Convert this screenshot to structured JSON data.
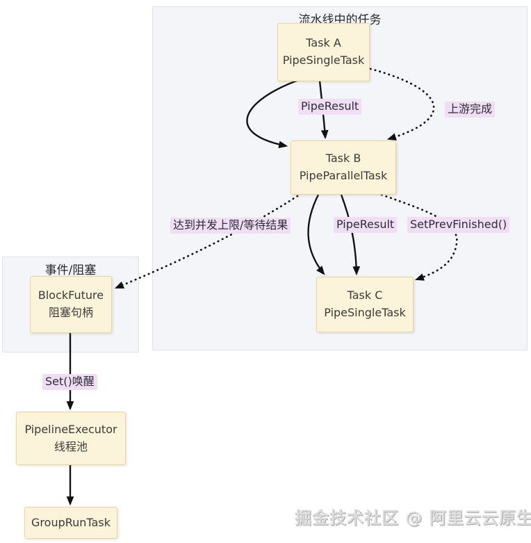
{
  "colors": {
    "group_fill": "#f3f5f9",
    "group_border": "#dce1ec",
    "node_fill": "#fcf3db",
    "node_border": "#eed3a0",
    "node_text": "#3c3a36",
    "label_bg": "#f0def5",
    "label_text": "#2e2c38",
    "arrow_color": "#111111",
    "watermark_color": "#dcdcdc"
  },
  "groups": {
    "pipeline": {
      "title": "流水线中的任务"
    },
    "event": {
      "title": "事件/阻塞"
    }
  },
  "nodes": {
    "task_a": {
      "line1": "Task A",
      "line2": "PipeSingleTask"
    },
    "task_b": {
      "line1": "Task B",
      "line2": "PipeParallelTask"
    },
    "task_c": {
      "line1": "Task C",
      "line2": "PipeSingleTask"
    },
    "block_future": {
      "line1": "BlockFuture",
      "line2": "阻塞句柄"
    },
    "pipeline_executor": {
      "line1": "PipelineExecutor",
      "line2": "线程池"
    },
    "group_run_task": {
      "line1": "GroupRunTask"
    }
  },
  "edge_labels": {
    "pipe_result_ab": "PipeResult",
    "upstream_done": "上游完成",
    "concurrency_wait": "达到并发上限/等待结果",
    "pipe_result_bc": "PipeResult",
    "set_prev_finished": "SetPrevFinished()",
    "set_wakeup": "Set()唤醒"
  },
  "watermark": "掘金技术社区 @ 阿里云云原生"
}
